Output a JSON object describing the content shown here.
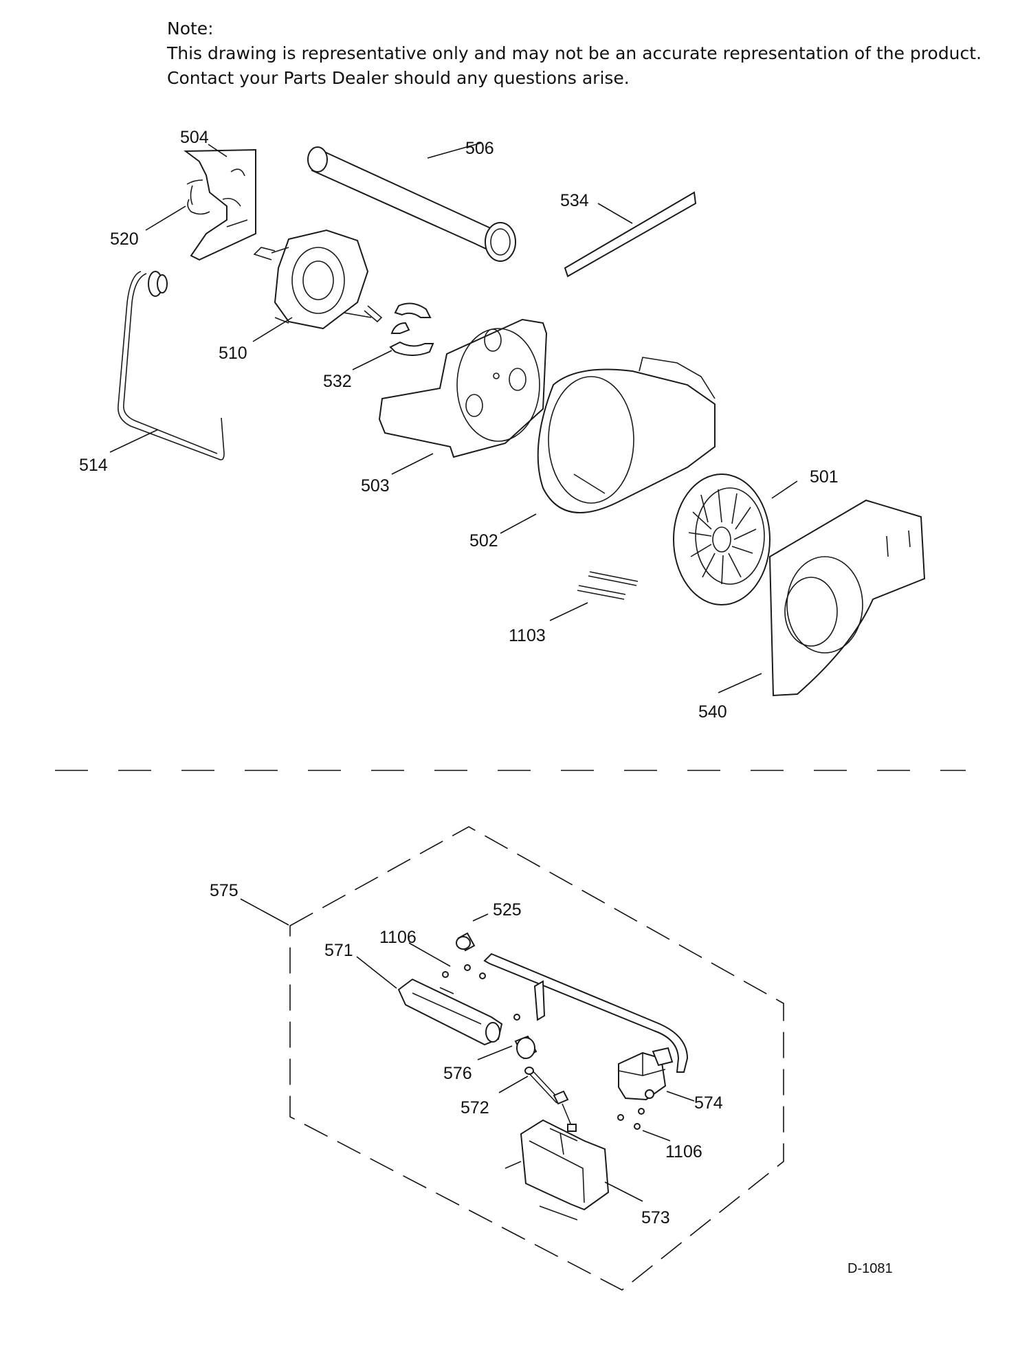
{
  "note": {
    "heading": "Note:",
    "line1": "This drawing is representative only and may not be an accurate representation of the product.",
    "line2": "Contact your Parts Dealer should any questions arise."
  },
  "callouts": {
    "p504": "504",
    "p506": "506",
    "p520": "520",
    "p534": "534",
    "p510": "510",
    "p532": "532",
    "p514": "514",
    "p503": "503",
    "p501": "501",
    "p502": "502",
    "p1103": "1103",
    "p540": "540",
    "p575": "575",
    "p525": "525",
    "p1106a": "1106",
    "p571": "571",
    "p576": "576",
    "p572": "572",
    "p574": "574",
    "p1106b": "1106",
    "p573": "573"
  },
  "drawing_code": "D-1081"
}
